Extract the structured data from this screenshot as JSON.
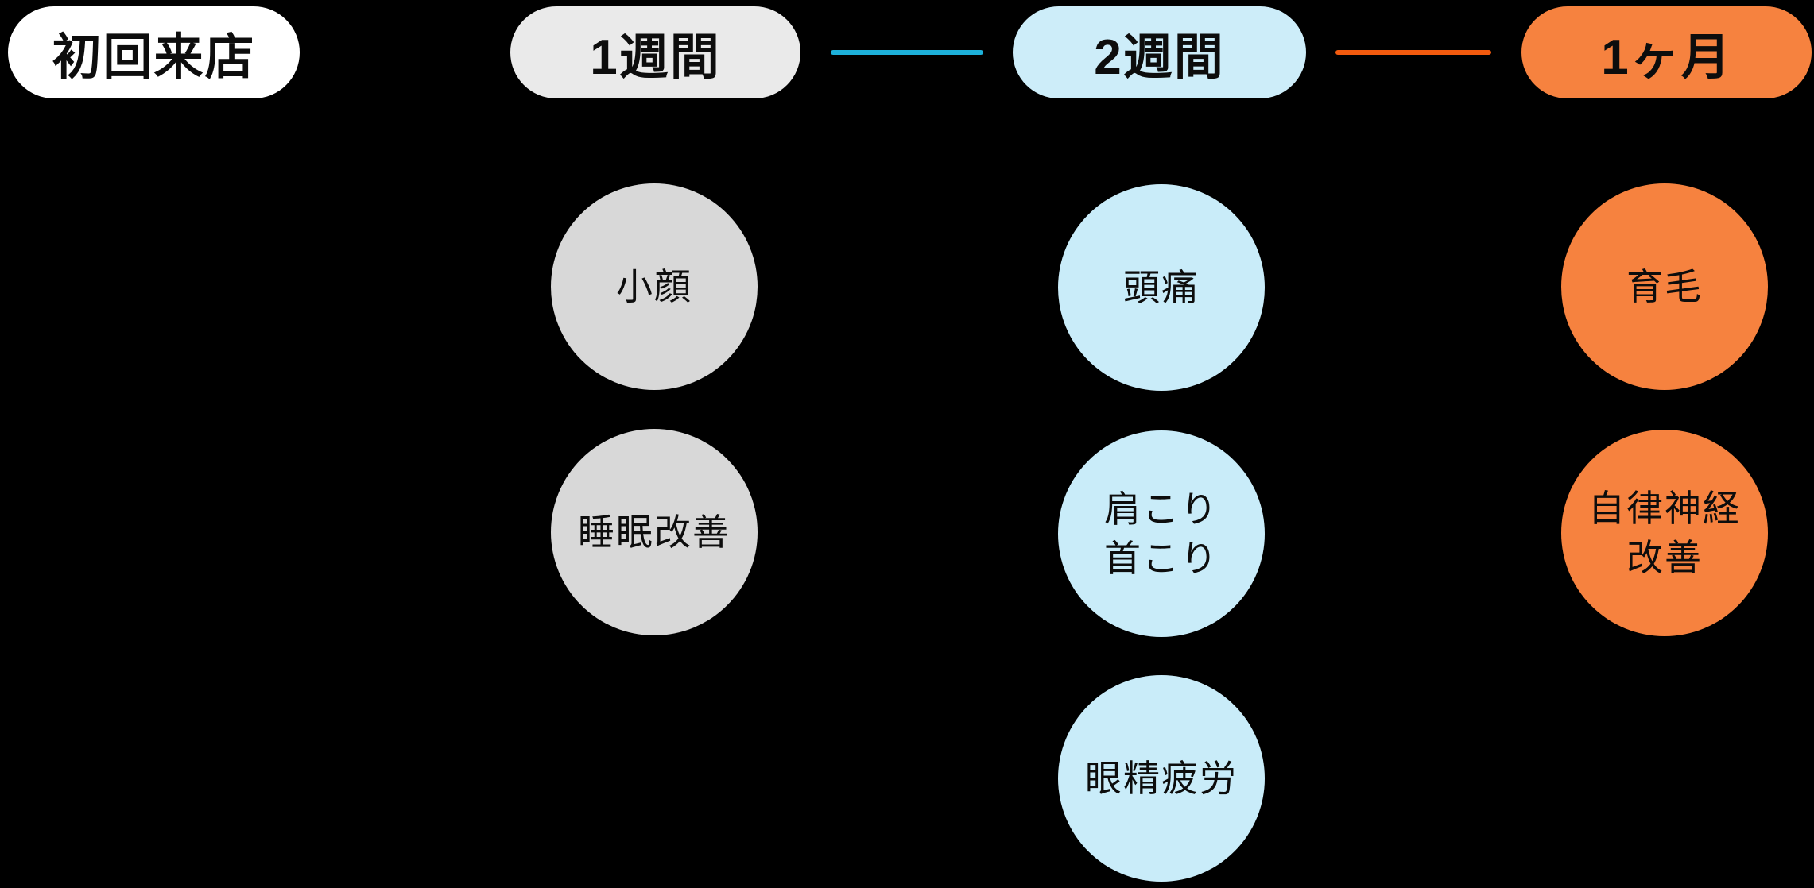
{
  "canvas": {
    "background": "#000000"
  },
  "timeline": {
    "stages": [
      {
        "label": "初回来店",
        "bg": "#ffffff"
      },
      {
        "label": "1週間",
        "bg": "#eaeaea"
      },
      {
        "label": "2週間",
        "bg": "#cdedf9"
      },
      {
        "label": "1ヶ月",
        "bg": "#f6823f"
      }
    ],
    "connectors": [
      {
        "color": "#1db1da"
      },
      {
        "color": "#f25a0e"
      }
    ]
  },
  "effects": {
    "week1": {
      "color": "#d8d8d8",
      "items": [
        {
          "label": "小顔"
        },
        {
          "label": "睡眠改善"
        }
      ]
    },
    "week2": {
      "color": "#c9ecf9",
      "items": [
        {
          "label": "頭痛"
        },
        {
          "label": "肩こり\n首こり"
        },
        {
          "label": "眼精疲労"
        }
      ]
    },
    "month1": {
      "color": "#f6823f",
      "items": [
        {
          "label": "育毛"
        },
        {
          "label": "自律神経\n改善"
        }
      ]
    }
  }
}
